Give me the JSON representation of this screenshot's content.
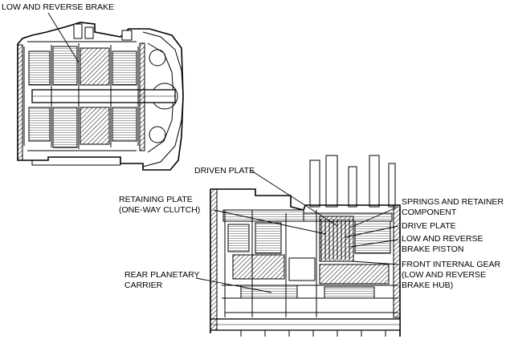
{
  "labels": {
    "low_reverse_brake": "LOW AND REVERSE BRAKE",
    "driven_plate": "DRIVEN PLATE",
    "retaining_plate_l1": "RETAINING PLATE",
    "retaining_plate_l2": "(ONE-WAY CLUTCH)",
    "rear_planetary_l1": "REAR PLANETARY",
    "rear_planetary_l2": "CARRIER",
    "springs_retainer_l1": "SPRINGS AND RETAINER",
    "springs_retainer_l2": "COMPONENT",
    "drive_plate": "DRIVE PLATE",
    "lr_piston_l1": "LOW AND REVERSE",
    "lr_piston_l2": "BRAKE PISTON",
    "front_gear_l1": "FRONT INTERNAL GEAR",
    "front_gear_l2": "(LOW AND REVERSE",
    "front_gear_l3": "BRAKE HUB)"
  }
}
